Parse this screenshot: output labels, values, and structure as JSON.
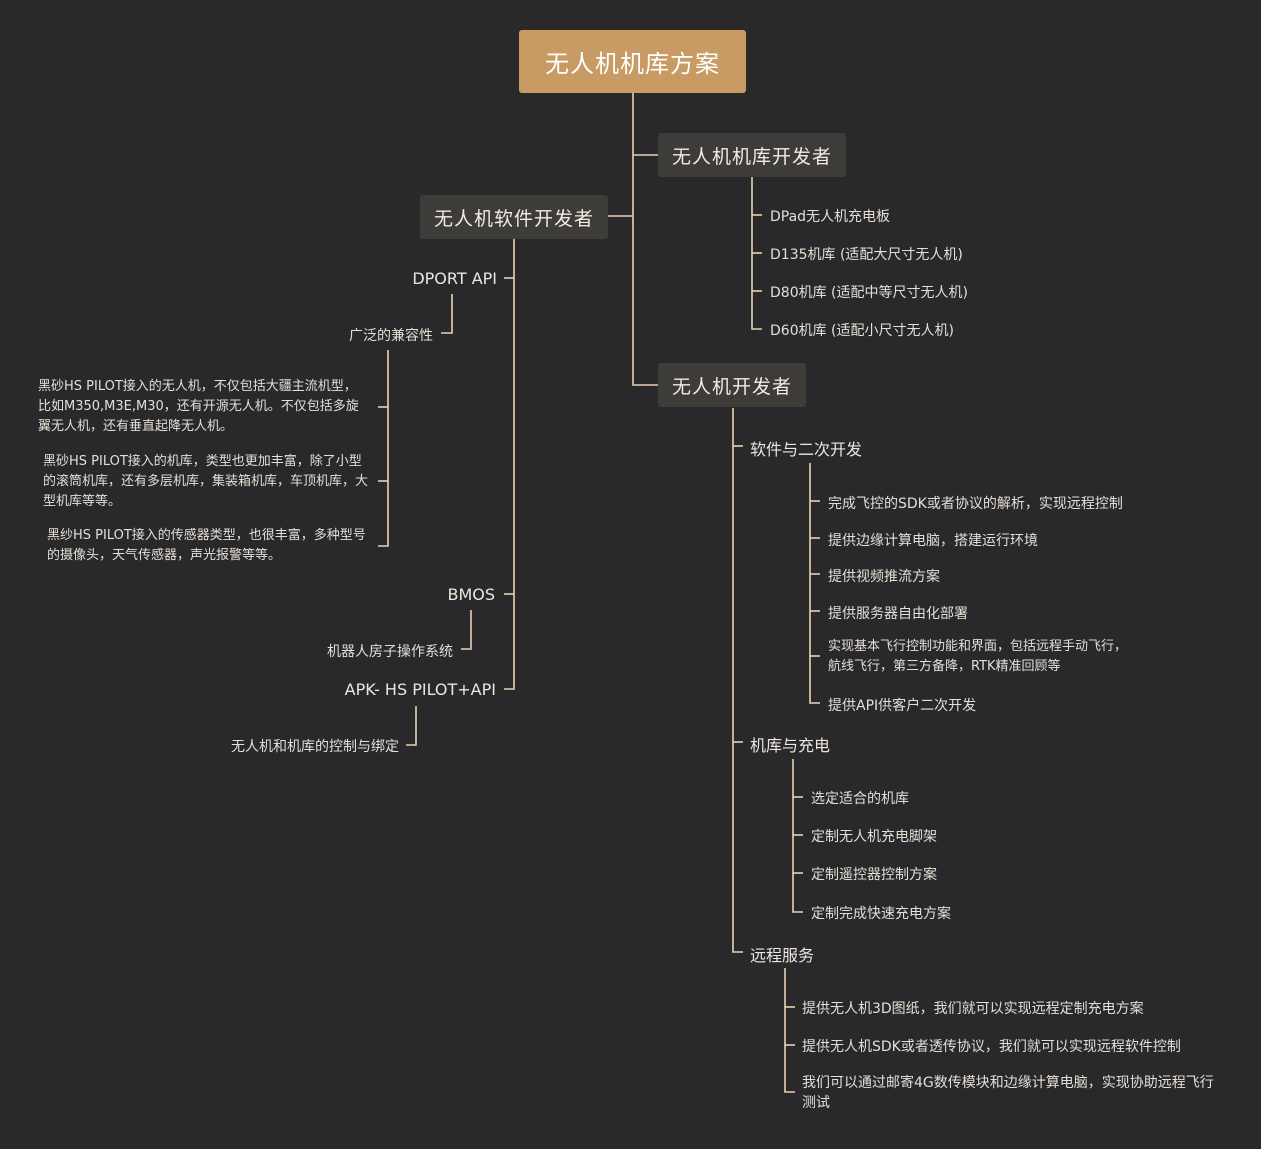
{
  "root": {
    "label": "无人机机库方案"
  },
  "dock_dev": {
    "label": "无人机机库开发者",
    "items": [
      "DPad无人机充电板",
      "D135机库 (适配大尺寸无人机)",
      "D80机库 (适配中等尺寸无人机)",
      "D60机库 (适配小尺寸无人机)"
    ]
  },
  "software_dev": {
    "label": "无人机软件开发者",
    "dport": {
      "label": "DPORT API",
      "compat": {
        "label": "广泛的兼容性",
        "paragraphs": [
          "黑砂HS PILOT接入的无人机，不仅包括大疆主流机型，比如M350,M3E,M30，还有开源无人机。不仅包括多旋翼无人机，还有垂直起降无人机。",
          "黑砂HS PILOT接入的机库，类型也更加丰富，除了小型的滚筒机库，还有多层机库，集装箱机库，车顶机库，大型机库等等。",
          "黑纱HS PILOT接入的传感器类型，也很丰富，多种型号的摄像头，天气传感器，声光报警等等。"
        ]
      }
    },
    "bmos": {
      "label": "BMOS",
      "child": "机器人房子操作系统"
    },
    "apk": {
      "label": "APK- HS PILOT+API",
      "child": "无人机和机库的控制与绑定"
    }
  },
  "drone_dev": {
    "label": "无人机开发者",
    "software": {
      "label": "软件与二次开发",
      "items": [
        "完成飞控的SDK或者协议的解析，实现远程控制",
        "提供边缘计算电脑，搭建运行环境",
        "提供视频推流方案",
        "提供服务器自由化部署",
        "实现基本飞行控制功能和界面，包括远程手动飞行，航线飞行，第三方备降，RTK精准回顾等",
        "提供API供客户二次开发"
      ]
    },
    "dock": {
      "label": "机库与充电",
      "items": [
        "选定适合的机库",
        "定制无人机充电脚架",
        "定制遥控器控制方案",
        "定制完成快速充电方案"
      ]
    },
    "remote": {
      "label": "远程服务",
      "items": [
        "提供无人机3D图纸，我们就可以实现远程定制充电方案",
        "提供无人机SDK或者透传协议，我们就可以实现远程软件控制",
        "我们可以通过邮寄4G数传模块和边缘计算电脑，实现协助远程飞行测试"
      ]
    }
  },
  "colors": {
    "background": "#29292b",
    "root": "#c99b64",
    "main_node": "#3e3c38",
    "line": "#e8d2b2"
  }
}
